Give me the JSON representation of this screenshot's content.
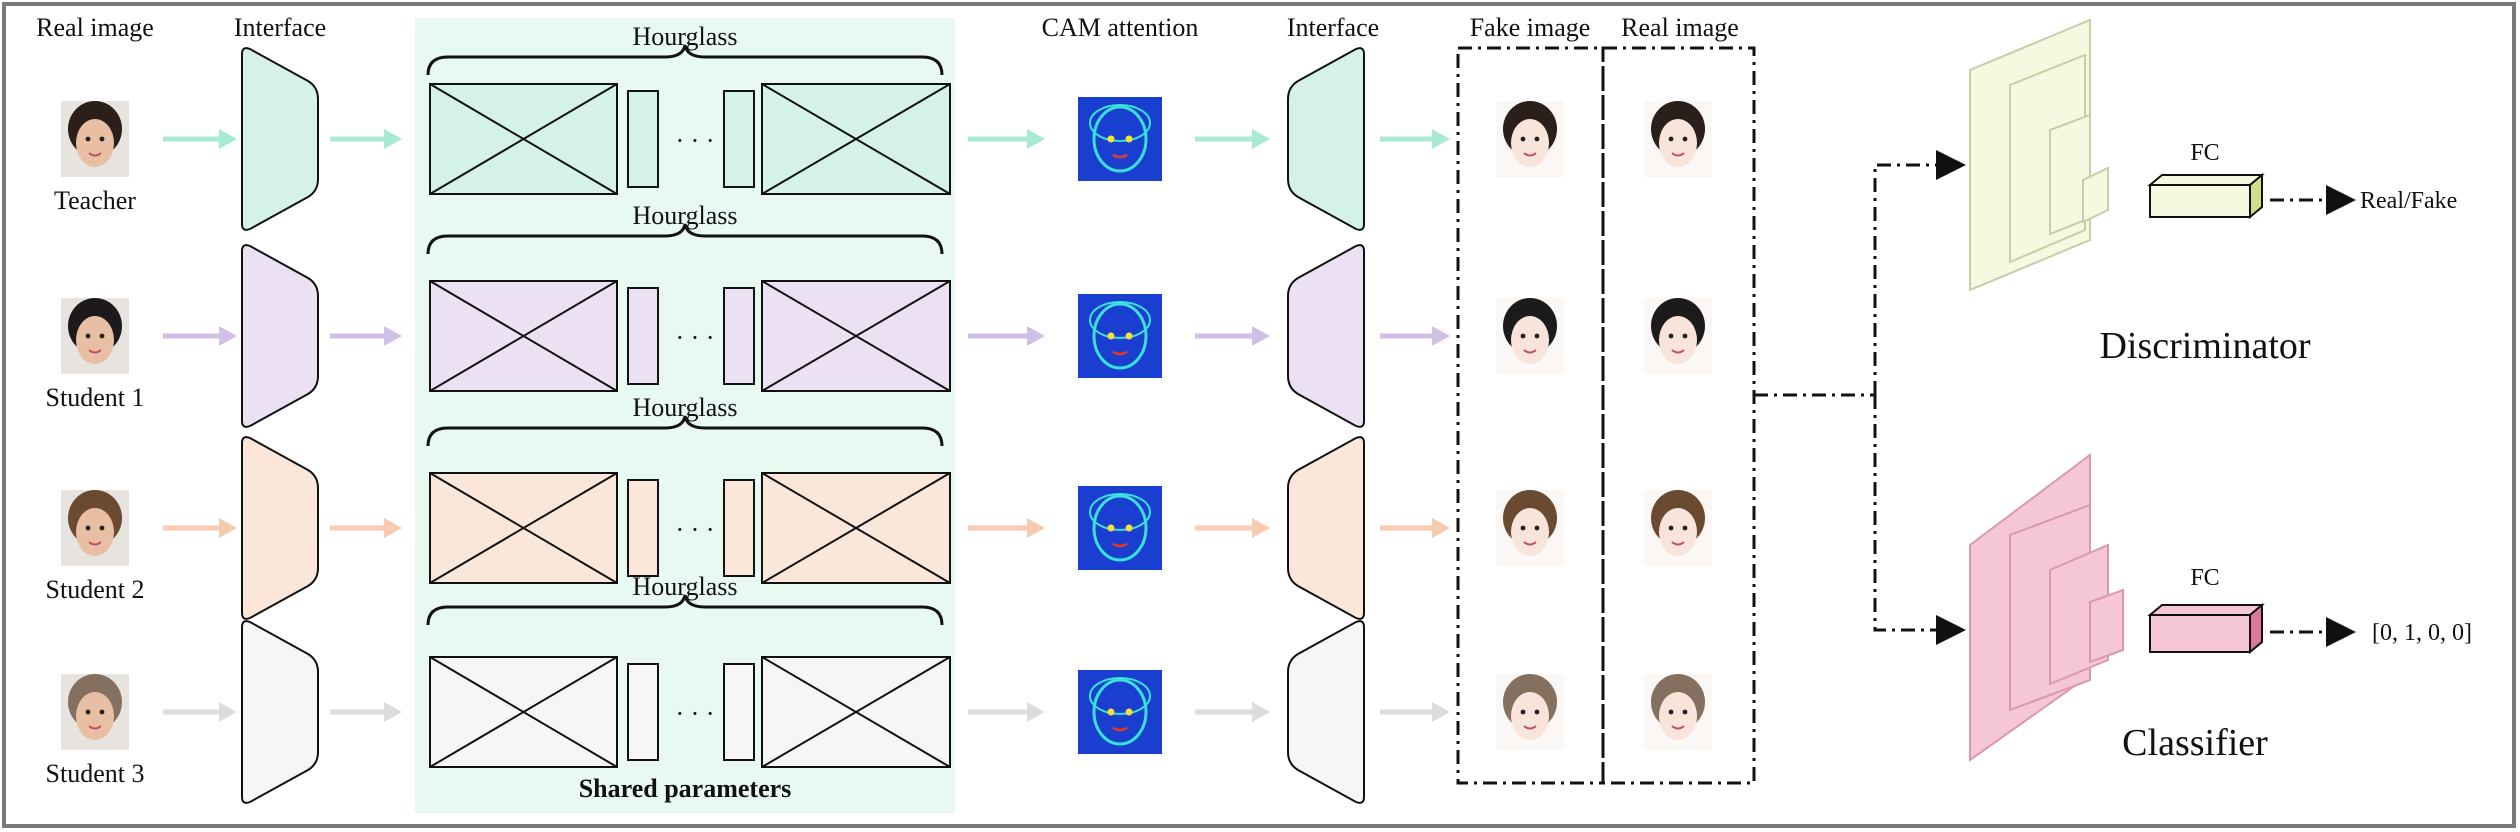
{
  "columns": {
    "real_image": "Real image",
    "interface_in": "Interface",
    "cam": "CAM attention",
    "interface_out": "Interface",
    "fake_image": "Fake image",
    "real_image_right": "Real image"
  },
  "hourglass_label": "Hourglass",
  "ellipsis": "· · ·",
  "shared_parameters": "Shared parameters",
  "rows": [
    {
      "id": "teacher",
      "name": "Teacher",
      "color": "#d4f3e6",
      "arrow": "#a8ead3"
    },
    {
      "id": "student1",
      "name": "Student 1",
      "color": "#ece1f3",
      "arrow": "#d2bfe8"
    },
    {
      "id": "student2",
      "name": "Student 2",
      "color": "#fbe6da",
      "arrow": "#f7cbb0"
    },
    {
      "id": "student3",
      "name": "Student 3",
      "color": "#f6f6f6",
      "arrow": "#dcdcdc"
    }
  ],
  "discriminator": {
    "title": "Discriminator",
    "fc": "FC",
    "output": "Real/Fake",
    "color": "#f6f8e0"
  },
  "classifier": {
    "title": "Classifier",
    "fc": "FC",
    "output": "[0, 1, 0, 0]",
    "color": "#f5c6d6"
  },
  "colors": {
    "shared_panel": "#e8f9f1",
    "outer_border": "#7a7a7a",
    "cam_blue": "#1a3fd0",
    "cam_cyan": "#38e0d8"
  }
}
